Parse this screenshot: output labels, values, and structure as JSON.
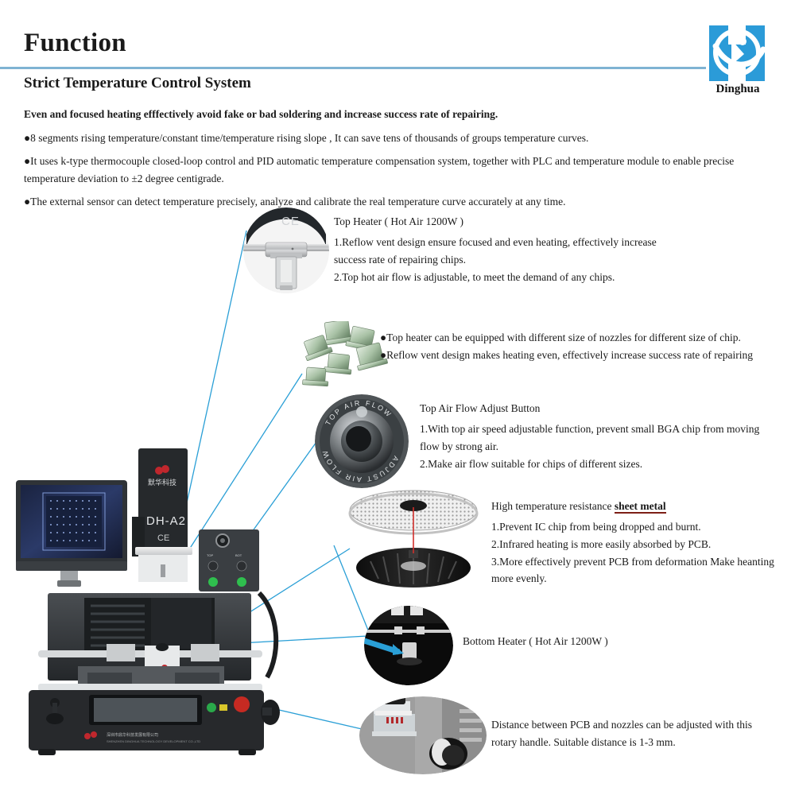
{
  "document": {
    "title": "Function",
    "subtitle": "Strict Temperature Control System",
    "brand": {
      "name": "Dinghua",
      "logo_color": "#2b9bd8",
      "accent_rule_color": "#7fb3d3"
    }
  },
  "intro": {
    "lead": "Even and focused heating efffectively avoid fake or bad soldering and increase success rate of repairing.",
    "bullets": [
      "8 segments rising temperature/constant time/temperature rising slope , It can save tens of thousands of groups temperature curves.",
      "It uses k-type thermocouple closed-loop control and PID automatic temperature compensation system, together with PLC and temperature module to enable precise temperature deviation to ±2 degree centigrade.",
      "The external sensor can detect temperature precisely, analyze and calibrate the real temperature curve accurately at any time."
    ]
  },
  "callouts": {
    "top_heater": {
      "heading": "Top Heater ( Hot Air 1200W )",
      "lines": [
        "1.Reflow vent design ensure focused and even heating, effectively increase",
        "success rate of repairing chips.",
        "2.Top hot air flow is adjustable, to meet the demand of any chips."
      ]
    },
    "nozzles": {
      "bullets": [
        "Top heater can be equipped with different size of nozzles for different size  of chip.",
        "Reflow vent design makes heating even, effectively increase  success rate of repairing"
      ]
    },
    "air_flow": {
      "heading": "Top Air  Flow Adjust  Button",
      "lines": [
        "1.With top air speed adjustable function, prevent small  BGA chip from moving",
        "flow by strong air.",
        "2.Make air flow suitable for chips of different sizes."
      ]
    },
    "sheet_metal": {
      "heading_prefix": "High temperature resistance  ",
      "heading_emphasis": "sheet metal",
      "lines": [
        "1.Prevent IC chip from being dropped and burnt.",
        "2.Infrared heating is more easily absorbed by PCB.",
        "3.More effectively prevent PCB from deformation Make heanting",
        "more evenly."
      ]
    },
    "bottom_heater": {
      "heading": "Bottom Heater ( Hot Air 1200W )"
    },
    "rotary_handle": {
      "lines": [
        "Distance between PCB and nozzles can be adjusted with this",
        "rotary handle. Suitable distance is 1-3 mm."
      ]
    }
  },
  "machine": {
    "model_label": "DH-A2",
    "ce_mark": "CE",
    "panel": {
      "knob_left_label": "TOP",
      "knob_right_label": "BOT",
      "btn_left_label": "",
      "btn_right_label": ""
    }
  },
  "knob_photo": {
    "engraved_text": "TOP AIR FLOW ADJUST"
  }
}
